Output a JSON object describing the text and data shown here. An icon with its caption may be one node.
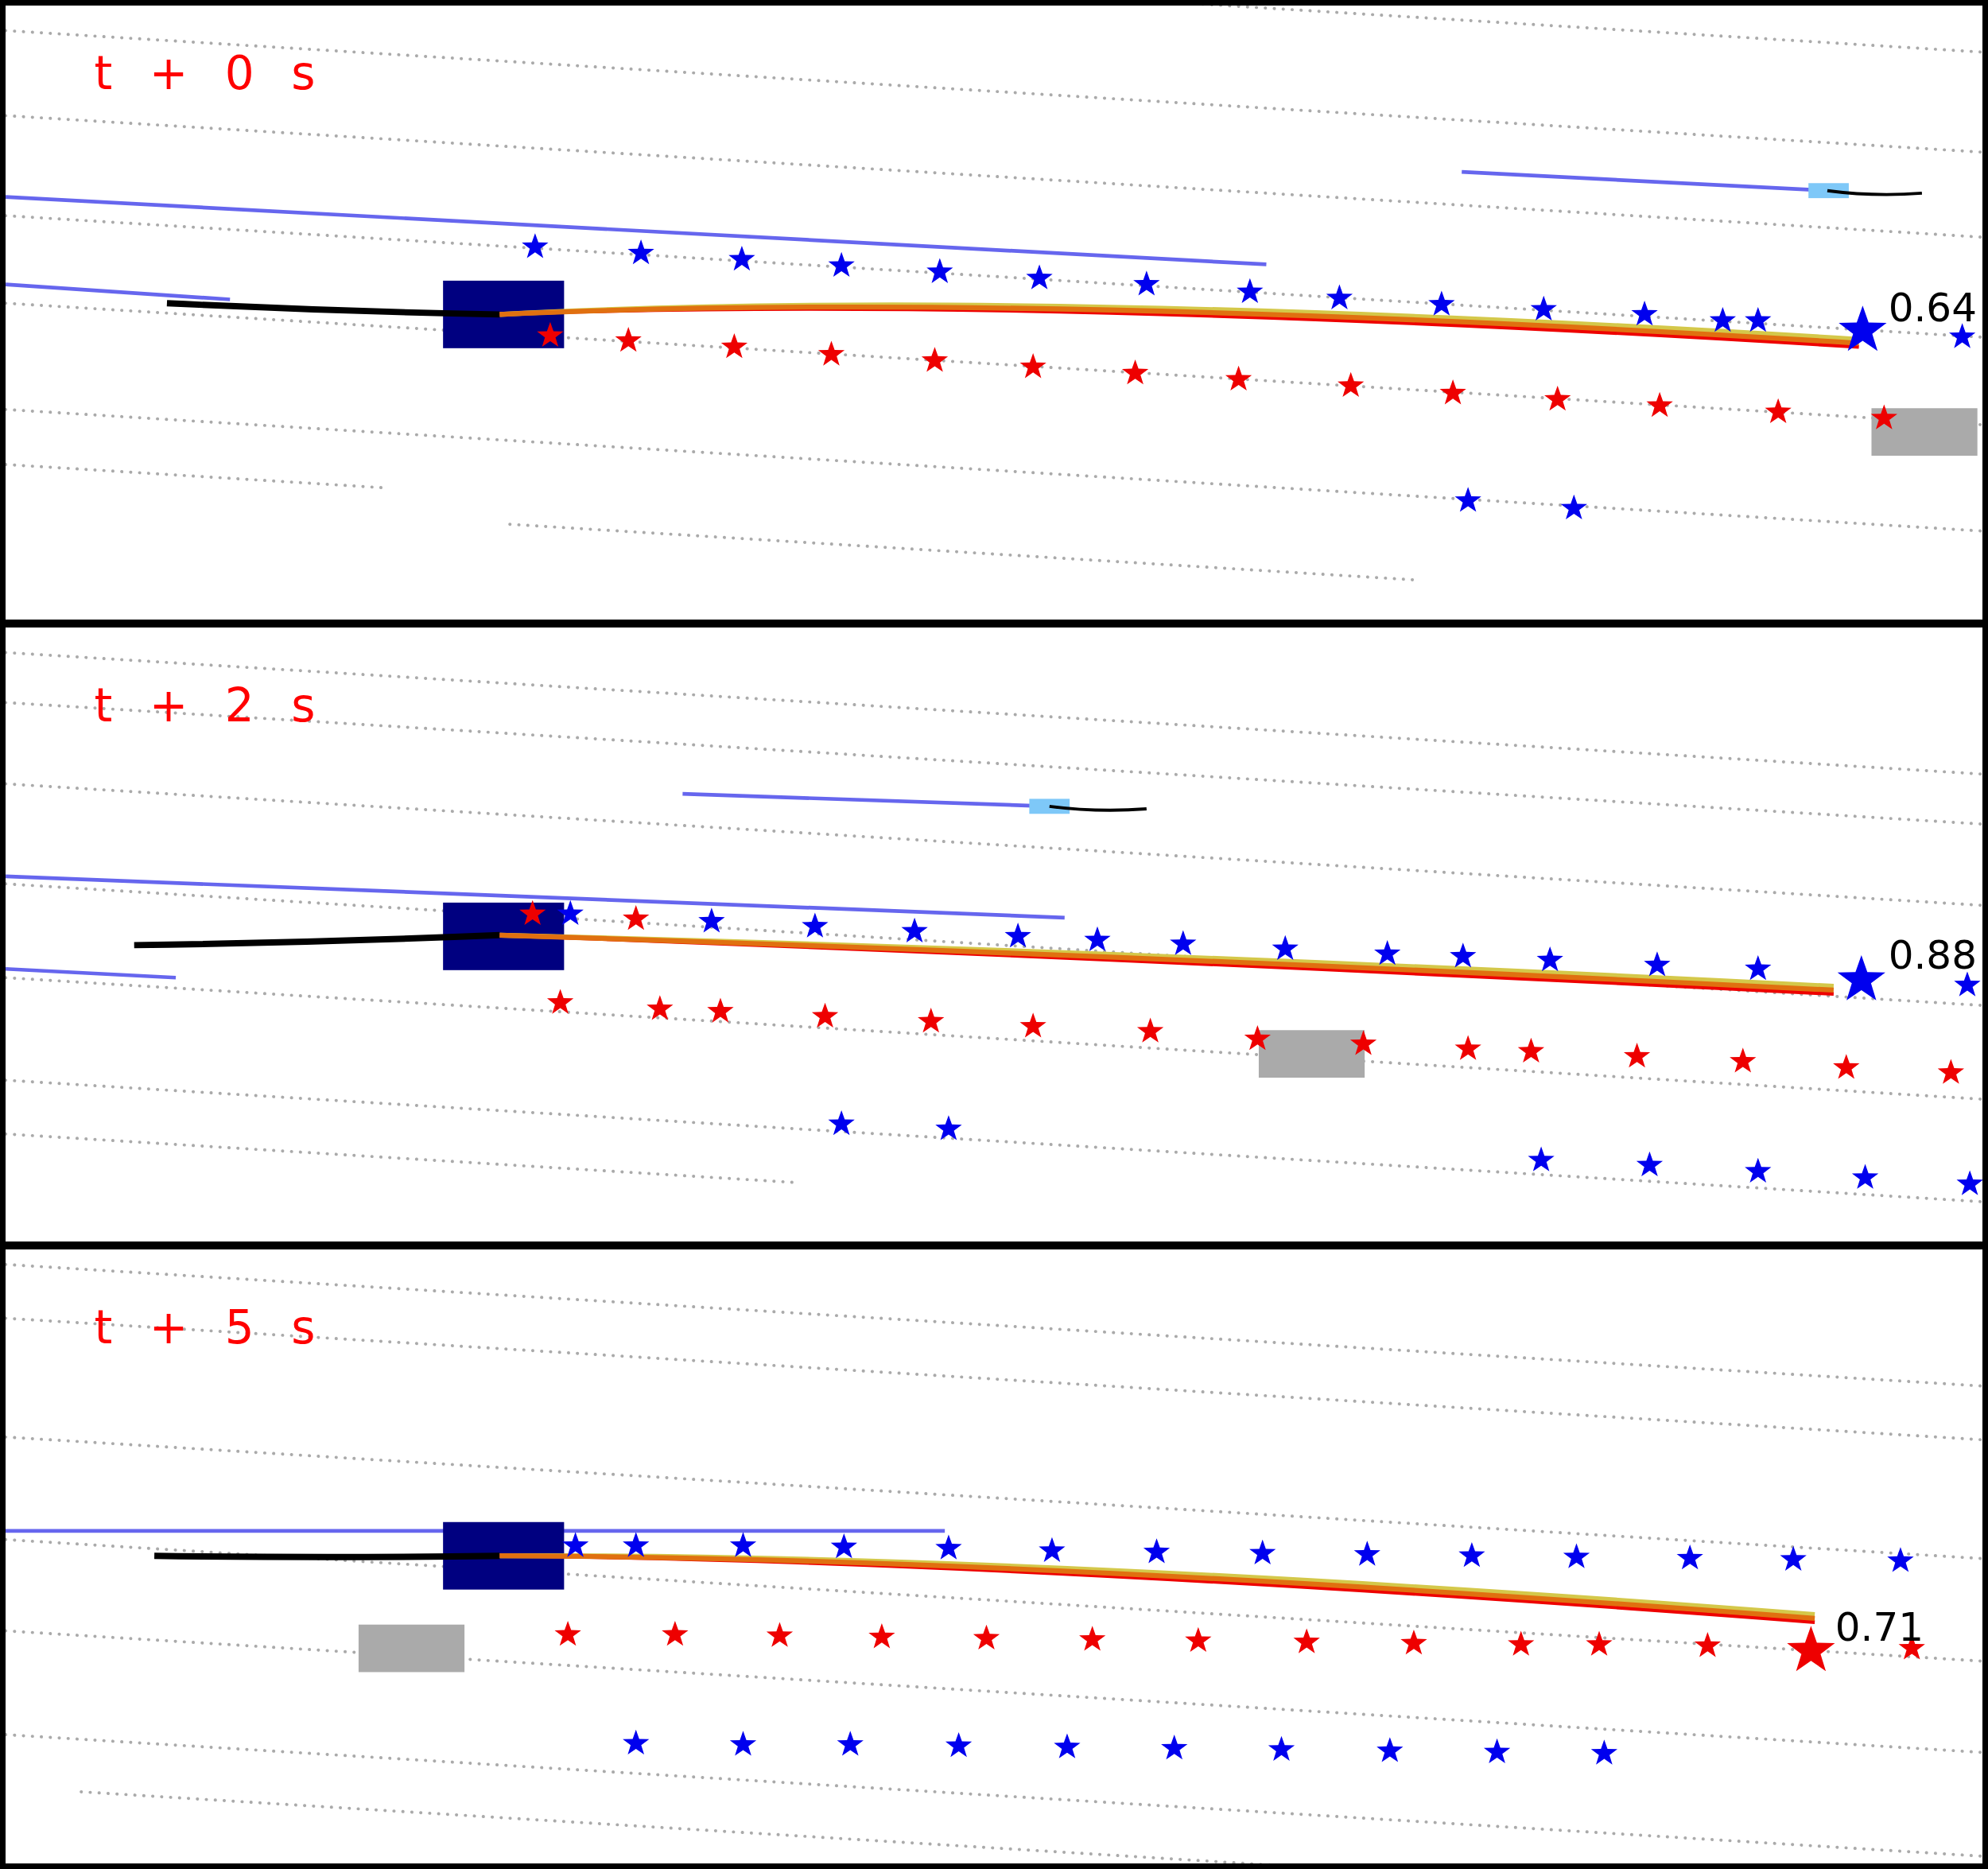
{
  "diagram": {
    "nodes": [
      {
        "text": [
          "t + 0 s",
          "0.64"
        ]
      },
      {
        "text": [
          "t + 2 s",
          "0.88"
        ]
      },
      {
        "text": [
          "t + 5 s",
          "0.71"
        ]
      }
    ]
  }
}
